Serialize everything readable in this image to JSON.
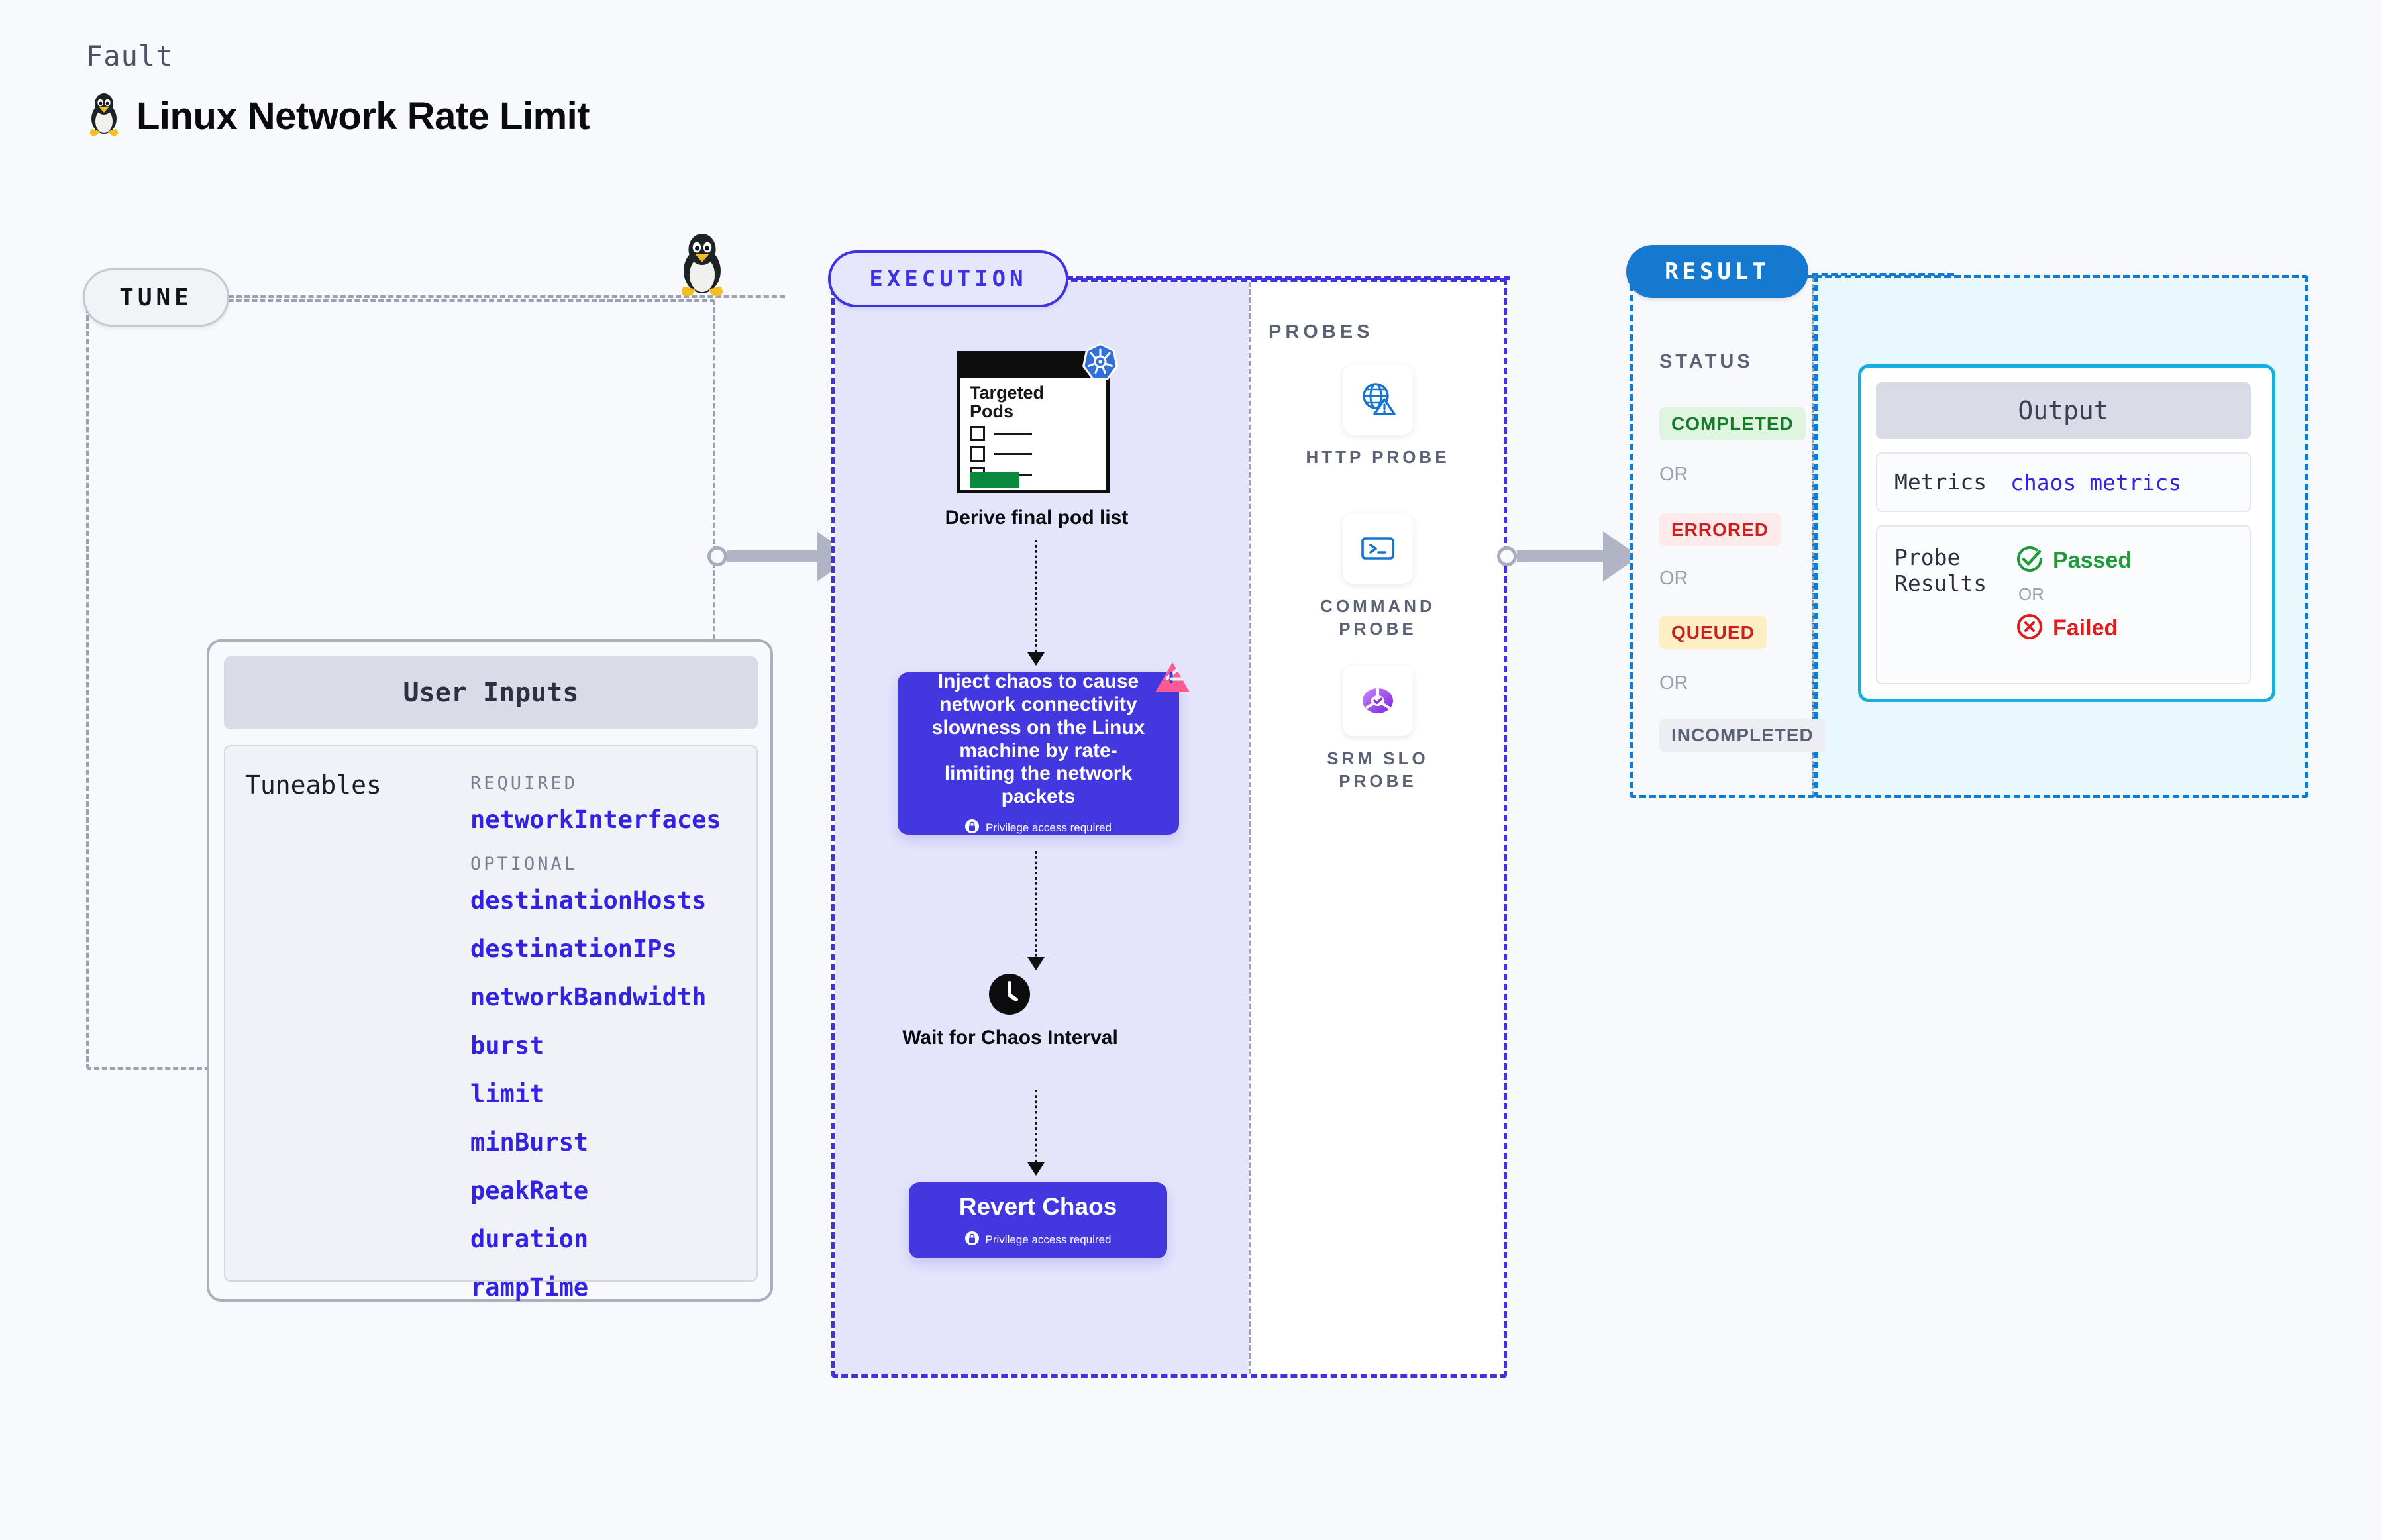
{
  "header": {
    "eyebrow": "Fault",
    "title": "Linux Network Rate Limit",
    "logo_icon": "linux-tux-icon"
  },
  "tune": {
    "pill_label": "TUNE",
    "corner_icon": "linux-tux-icon",
    "card_header": "User Inputs",
    "tuneables_label": "Tuneables",
    "groups": [
      {
        "label": "REQUIRED",
        "items": [
          "networkInterfaces"
        ]
      },
      {
        "label": "OPTIONAL",
        "items": [
          "destinationHosts",
          "destinationIPs",
          "networkBandwidth",
          "burst",
          "limit",
          "minBurst",
          "peakRate",
          "duration",
          "rampTime"
        ]
      }
    ]
  },
  "execution": {
    "pill_label": "EXECUTION",
    "pods_card": {
      "title": "Targeted Pods",
      "badge_icon": "kubernetes-icon",
      "checkbox_rows": 3
    },
    "derive_caption": "Derive final pod list",
    "inject": {
      "text": "Inject chaos to cause network connectivity slowness on the Linux machine by rate-limiting the network packets",
      "privilege_note": "Privilege access required",
      "privilege_icon": "lock-icon",
      "corner_icon": "litmuschaos-icon"
    },
    "wait": {
      "icon": "clock-icon",
      "caption": "Wait for Chaos Interval"
    },
    "revert": {
      "title": "Revert Chaos",
      "privilege_note": "Privilege access required",
      "privilege_icon": "lock-icon"
    }
  },
  "probes": {
    "section_label": "PROBES",
    "items": [
      {
        "label": "HTTP PROBE",
        "icon": "globe-warning-icon"
      },
      {
        "label": "COMMAND PROBE",
        "icon": "terminal-icon"
      },
      {
        "label": "SRM SLO PROBE",
        "icon": "slo-donut-check-icon"
      }
    ]
  },
  "result": {
    "pill_label": "RESULT",
    "status_label": "STATUS",
    "or_label": "OR",
    "statuses": [
      {
        "label": "COMPLETED",
        "bg": "#dff5e0",
        "color": "#157c29"
      },
      {
        "label": "ERRORED",
        "bg": "#fdeaea",
        "color": "#cc1f1f"
      },
      {
        "label": "QUEUED",
        "bg": "#fdeec4",
        "color": "#c81f1f"
      },
      {
        "label": "INCOMPLETED",
        "bg": "#eceef4",
        "color": "#5b6275"
      }
    ],
    "output": {
      "header": "Output",
      "metrics_key": "Metrics",
      "metrics_value": "chaos metrics",
      "probe_results_key": "Probe Results",
      "passed_label": "Passed",
      "passed_icon": "check-circle-icon",
      "failed_label": "Failed",
      "failed_icon": "x-circle-icon",
      "or_label": "OR"
    }
  },
  "colors": {
    "accent_purple": "#4338e0",
    "accent_blue": "#1679d0",
    "accent_cyan": "#17aee0",
    "tune_gray": "#9aa2b1",
    "link_blue": "#3323e0",
    "litmus_pink": "#fb5a93"
  }
}
